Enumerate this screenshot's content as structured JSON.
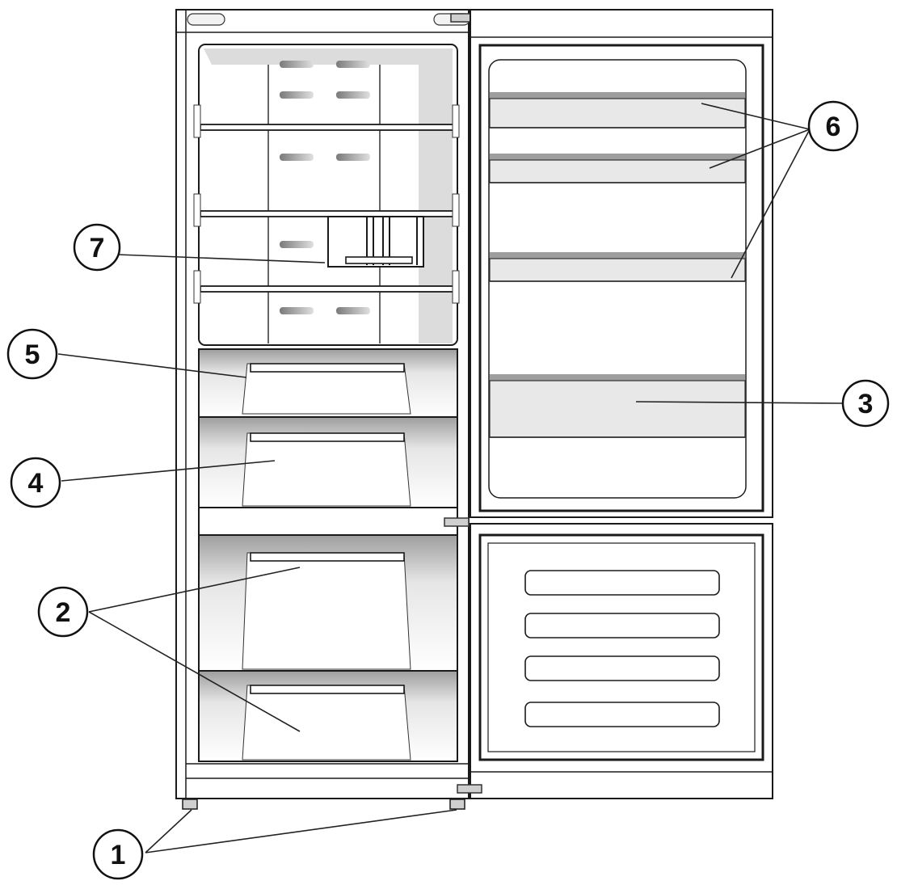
{
  "diagram": {
    "colors": {
      "outline": "#1a1a1a",
      "panel": "#ffffff",
      "shade": "#d9d9d9",
      "shade_dark": "#bdbdbd",
      "leader": "#222222"
    },
    "callouts": [
      {
        "id": "c1",
        "label": "1"
      },
      {
        "id": "c2",
        "label": "2"
      },
      {
        "id": "c3",
        "label": "3"
      },
      {
        "id": "c4",
        "label": "4"
      },
      {
        "id": "c5",
        "label": "5"
      },
      {
        "id": "c6",
        "label": "6"
      },
      {
        "id": "c7",
        "label": "7"
      }
    ]
  }
}
